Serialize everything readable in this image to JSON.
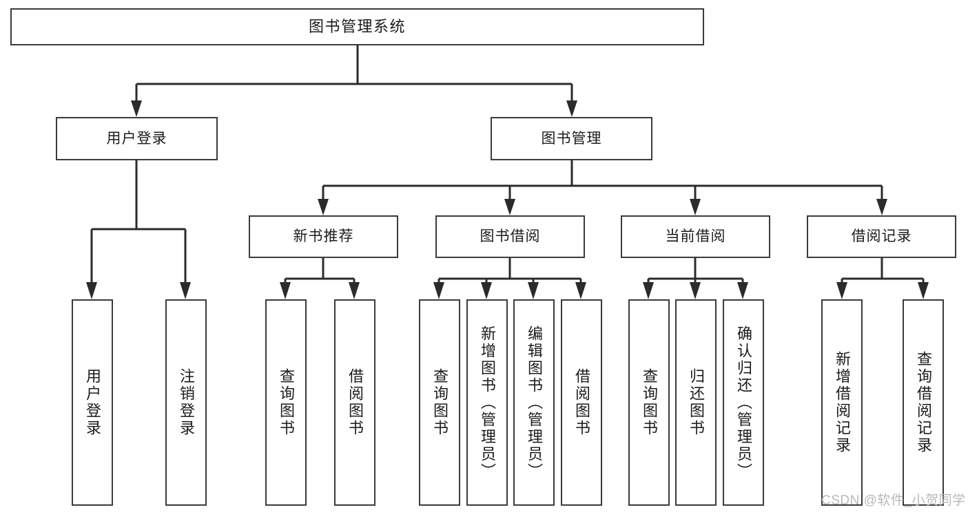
{
  "diagram": {
    "type": "hierarchy-tree",
    "title": "图书管理系统",
    "orientation": "top-down",
    "levels": 4,
    "colors": {
      "box_border": "#3a3a3a",
      "box_fill": "#ffffff",
      "connector": "#2b2b2b",
      "background": "#ffffff",
      "watermark": "#b8b8b8"
    }
  },
  "root": {
    "label": "图书管理系统"
  },
  "level2": [
    {
      "label": "用户登录"
    },
    {
      "label": "图书管理"
    }
  ],
  "level3": [
    {
      "label": "新书推荐"
    },
    {
      "label": "图书借阅"
    },
    {
      "label": "当前借阅"
    },
    {
      "label": "借阅记录"
    }
  ],
  "leaves": {
    "user_login": [
      {
        "label": "用户登录"
      },
      {
        "label": "注销登录"
      }
    ],
    "new_book": [
      {
        "label": "查询图书"
      },
      {
        "label": "借阅图书"
      }
    ],
    "book_borrow": [
      {
        "label": "查询图书"
      },
      {
        "label": "新增图书（管理员）"
      },
      {
        "label": "编辑图书（管理员）"
      },
      {
        "label": "借阅图书"
      }
    ],
    "current_borrow": [
      {
        "label": "查询图书"
      },
      {
        "label": "归还图书"
      },
      {
        "label": "确认归还（管理员）"
      }
    ],
    "borrow_record": [
      {
        "label": "新增借阅记录"
      },
      {
        "label": "查询借阅记录"
      }
    ]
  },
  "watermark": {
    "text": "CSDN @软件_小贺同学"
  }
}
